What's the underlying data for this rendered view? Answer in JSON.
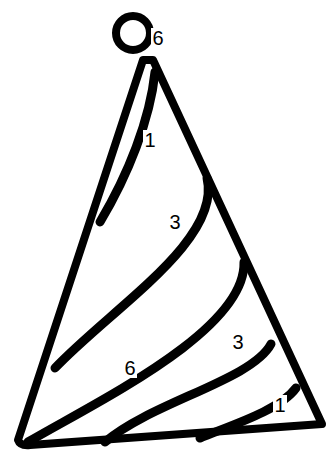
{
  "diagram": {
    "labels": [
      "6",
      "1",
      "3",
      "6",
      "3",
      "1"
    ]
  }
}
